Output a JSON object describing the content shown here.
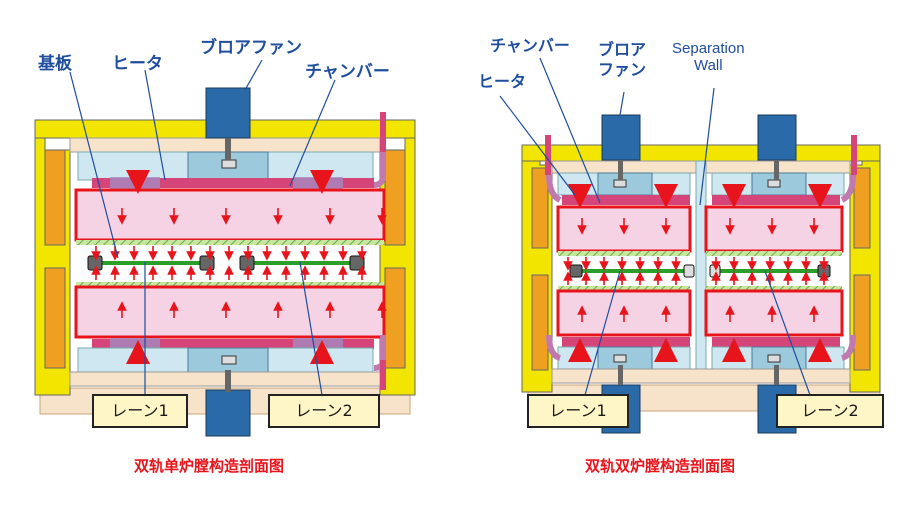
{
  "colors": {
    "accent_red": "#e8141b",
    "label_blue": "#1f4e9c",
    "insulation_yellow": "#f2e600",
    "chamber_pink": "#f6d3e4",
    "fan_blue": "#2a6aa8",
    "light_blue": "#cfe7f0",
    "substrate_green": "#2aa02a"
  },
  "left": {
    "label_substrate": "基板",
    "label_heater": "ヒータ",
    "label_fan": "ブロアファン",
    "label_chamber": "チャンバー",
    "lane1": "レーン1",
    "lane2": "レーン2",
    "caption": "双轨单炉膛构造剖面图"
  },
  "right": {
    "label_chamber": "チャンバー",
    "label_fan": "ブロア\nファン",
    "label_heater": "ヒータ",
    "label_wall": "Separation\nWall",
    "lane1": "レーン1",
    "lane2": "レーン2",
    "caption": "双轨双炉膛构造剖面图"
  }
}
